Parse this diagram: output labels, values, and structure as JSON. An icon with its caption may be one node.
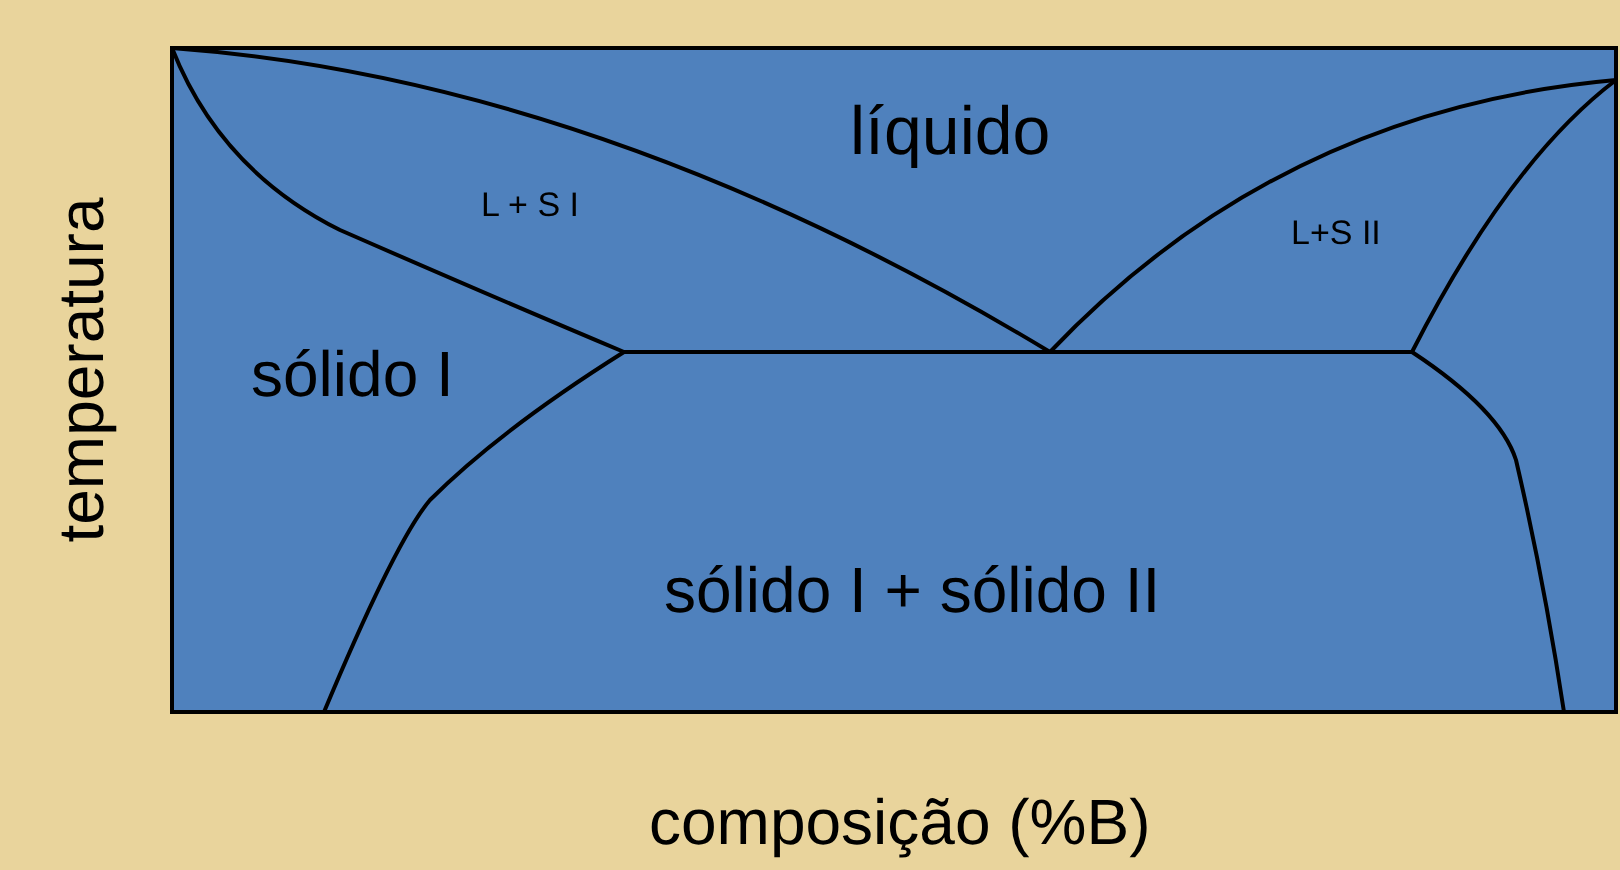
{
  "diagram": {
    "labels": [
      "temperatura",
      "líquido",
      "L + S I",
      "L+S II",
      "sólido I",
      "sólido I + sólido II",
      "composição (%B)"
    ]
  }
}
